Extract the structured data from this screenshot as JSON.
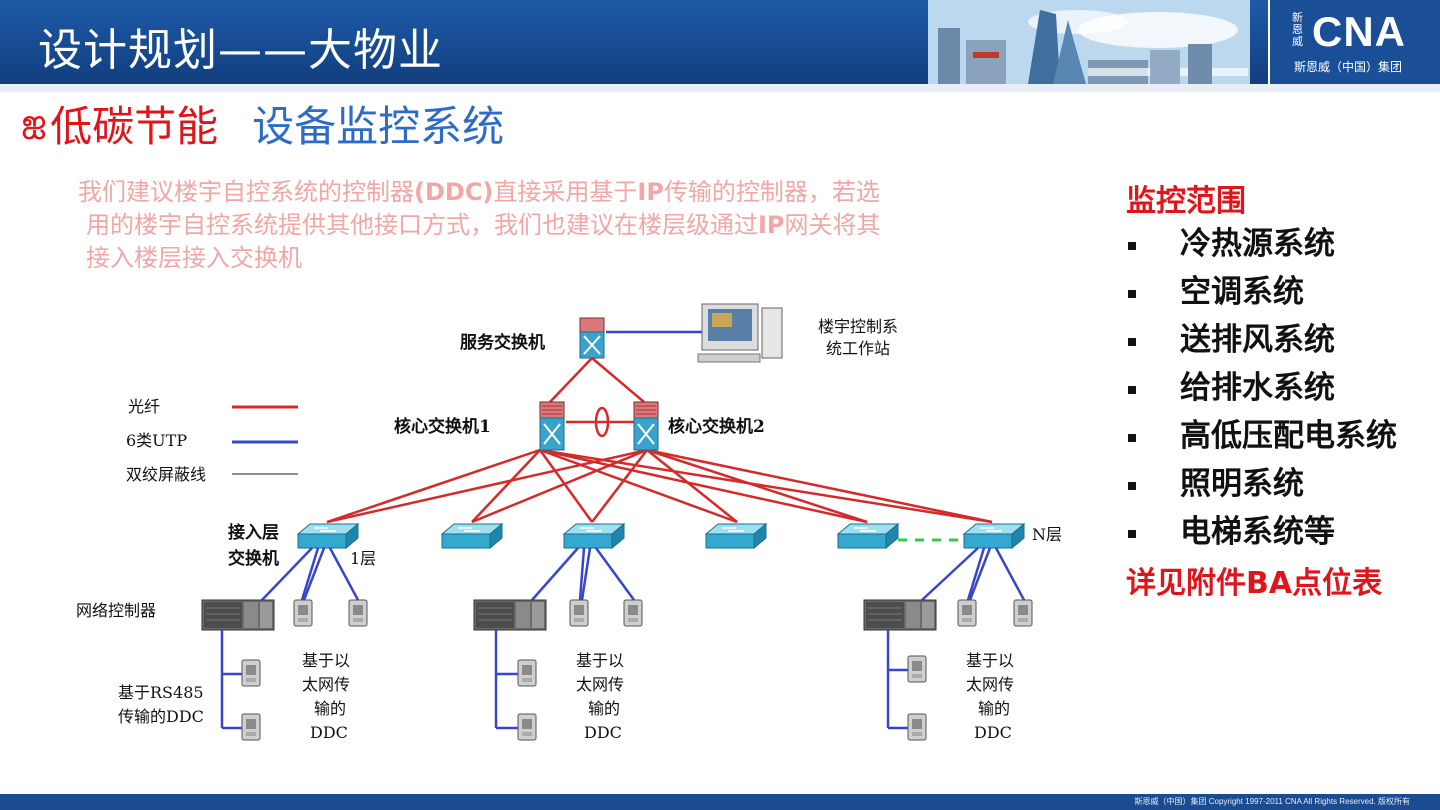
{
  "header": {
    "title": "设计规划——大物业",
    "logo_cn": "新恩威",
    "logo_text": "CNA",
    "logo_sub": "斯恩威（中国）集团"
  },
  "subtitle": {
    "icon": "ஐ",
    "red": "低碳节能",
    "blue": "设备监控系统"
  },
  "description": {
    "line1_a": "我们建议楼宇自控系统的控制器",
    "line1_b": "(DDC)",
    "line1_c": "直接采用基于",
    "line1_d": "IP",
    "line1_e": "传输的控制器，若选",
    "line2_a": "用的楼宇自控系统提供其他接口方式，我们也建议在楼层级通过",
    "line2_b": "IP",
    "line2_c": "网关将其",
    "line3": "接入楼层接入交换机"
  },
  "diagram": {
    "service_switch": "服务交换机",
    "workstation_l1": "楼宇控制系",
    "workstation_l2": "统工作站",
    "core1": "核心交换机1",
    "core2": "核心交换机2",
    "legend_fiber": "光纤",
    "legend_utp": "6类UTP",
    "legend_twisted": "双绞屏蔽线",
    "access_l1": "接入层",
    "access_l2": "交换机",
    "floor1": "1层",
    "floorN": "N层",
    "net_controller": "网络控制器",
    "rs485_l1": "基于RS485",
    "rs485_l2": "传输的DDC",
    "eth_l1": "基于以",
    "eth_l2": "太网传",
    "eth_l3": "输的",
    "eth_l4": "DDC"
  },
  "side": {
    "heading": "监控范围",
    "items": [
      "冷热源系统",
      "空调系统",
      "送排风系统",
      "给排水系统",
      "高低压配电系统",
      "照明系统",
      "电梯系统等"
    ],
    "footer": "详见附件BA点位表"
  },
  "footer": {
    "text": "斯恩威（中国）集团   Copyright 1997-2011 CNA All Rights Reserved. 版权所有"
  },
  "colors": {
    "header_blue": "#1a4f98",
    "accent_red": "#e0141b",
    "accent_blue": "#2e6bc4",
    "fiber_red": "#d42a2a",
    "utp_blue": "#3a46c8"
  }
}
